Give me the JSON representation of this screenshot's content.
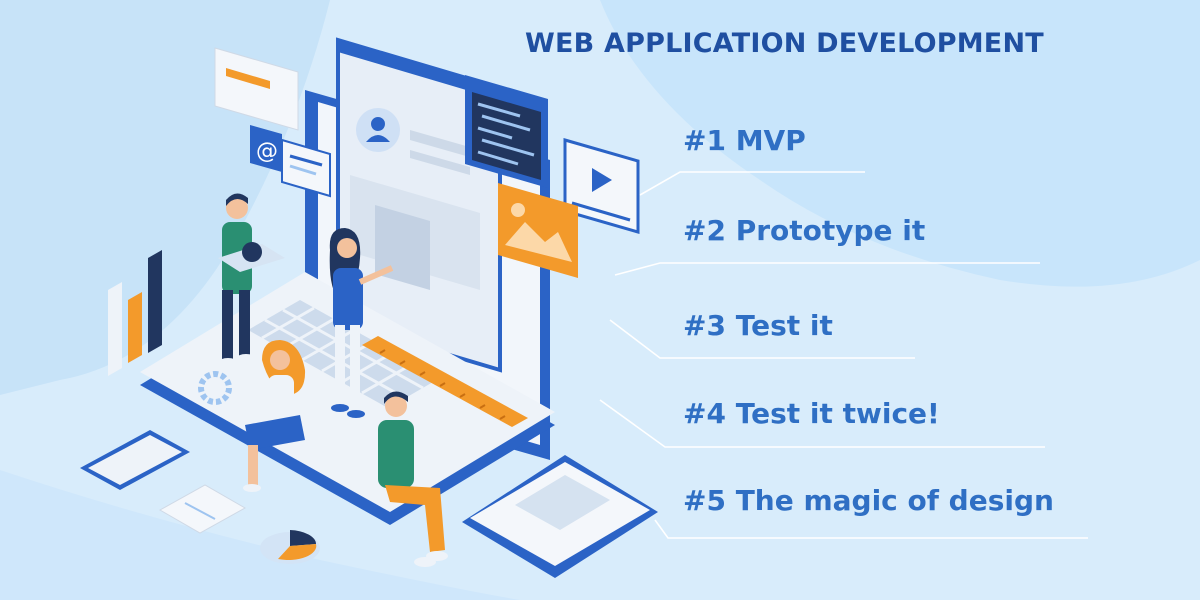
{
  "heading": "WEB APPLICATION DEVELOPMENT",
  "steps": [
    {
      "label": "#1 MVP"
    },
    {
      "label": "#2 Prototype it"
    },
    {
      "label": "#3 Test it"
    },
    {
      "label": "#4 Test it twice!"
    },
    {
      "label": "#5 The magic of design"
    }
  ],
  "colors": {
    "background": "#d8ecfb",
    "title": "#1f4fa1",
    "steps": "#2f6fc4",
    "accent_orange": "#f39a2b",
    "accent_navy": "#21365f",
    "accent_blue": "#2b63c6"
  },
  "illustration": {
    "scene": "isometric-laptop-with-people",
    "icons": [
      "user-profile-icon",
      "at-sign-icon",
      "play-video-icon",
      "image-icon",
      "gear-icon",
      "code-window-icon",
      "pie-chart-icon",
      "bar-chart-icon"
    ]
  }
}
